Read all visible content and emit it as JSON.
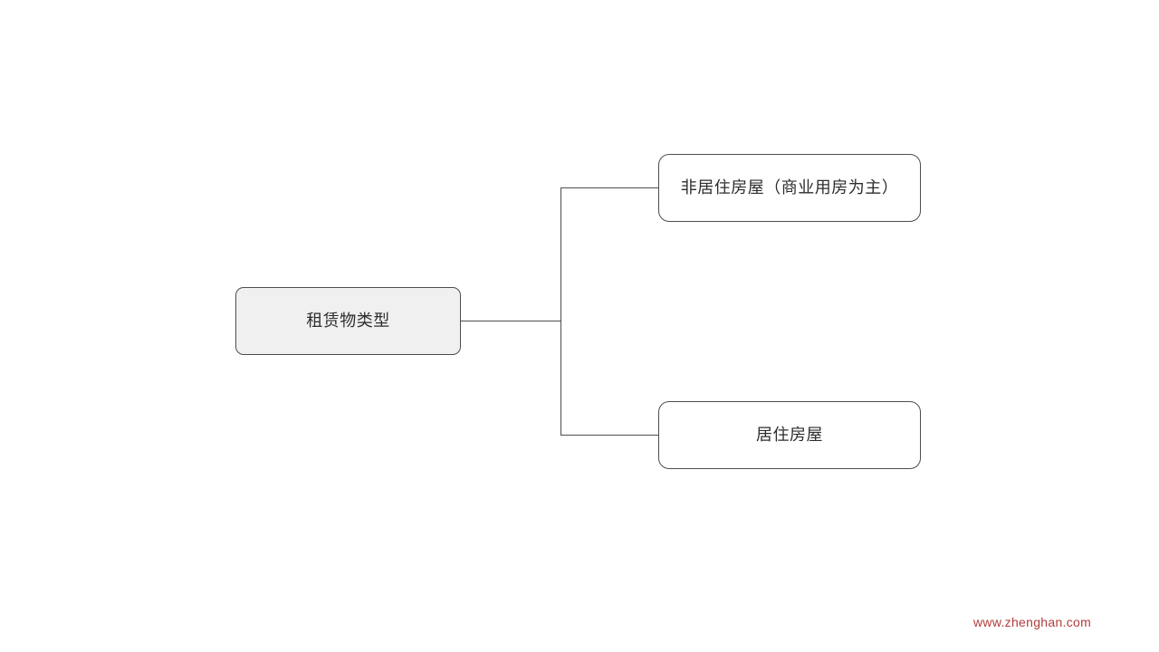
{
  "diagram": {
    "root": {
      "label": "租赁物类型",
      "fill": "#f0f0f0"
    },
    "children": [
      {
        "label": "非居住房屋（商业用房为主）",
        "fill": "#ffffff"
      },
      {
        "label": "居住房屋",
        "fill": "#ffffff"
      }
    ]
  },
  "watermark": {
    "text": "www.zhenghan.com",
    "color": "#b23b3b"
  },
  "colors": {
    "node_border": "#4d4d4d",
    "connector_line": "#4d4d4d",
    "node_text": "#2d2d2d",
    "background": "#ffffff"
  }
}
